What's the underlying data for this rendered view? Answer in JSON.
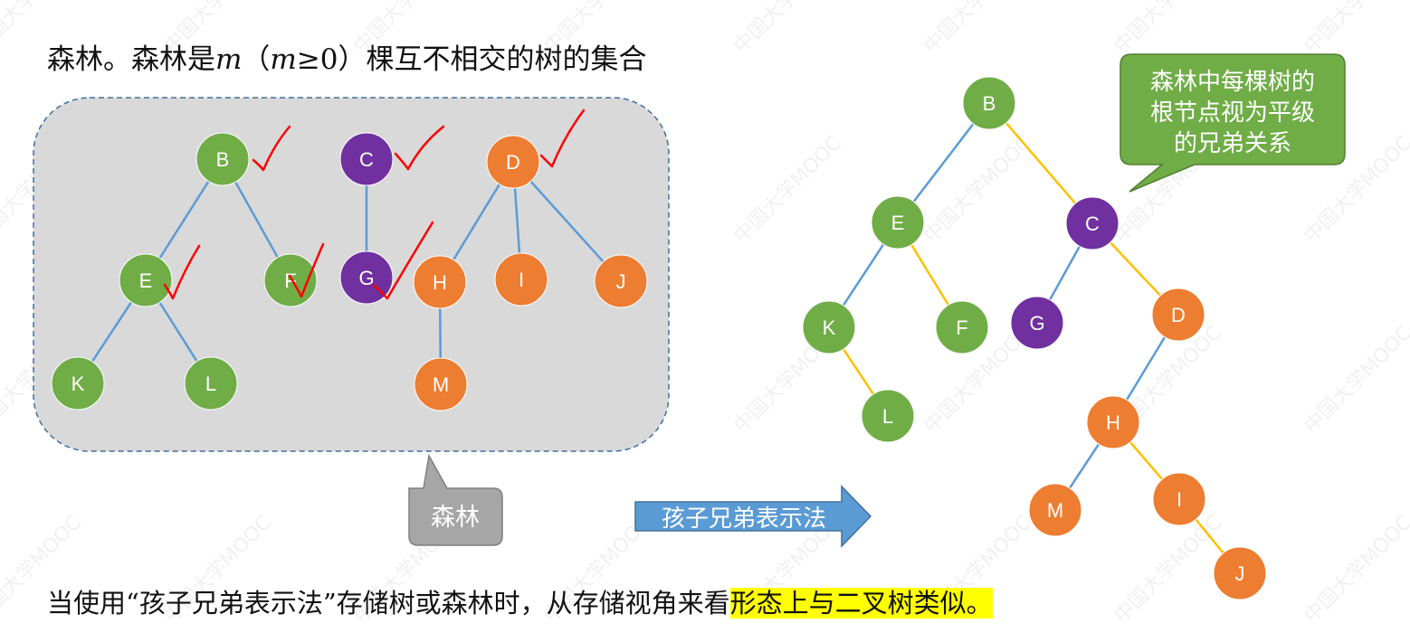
{
  "title": {
    "prefix": "森林。森林是",
    "m1": "m",
    "paren_open": "（",
    "m2": "m",
    "cond": "≥0",
    "paren_close": "）",
    "suffix": "棵互不相交的树的集合"
  },
  "bottom": {
    "normal": "当使用“孩子兄弟表示法”存储树或森林时，从存储视角来看",
    "highlight": "形态上与二叉树类似。"
  },
  "forest_callout": "森林",
  "arrow_label": "孩子兄弟表示法",
  "sibling_callout": [
    "森林中每棵树的",
    "根节点视为平级",
    "的兄弟关系"
  ],
  "watermark": "中国大学MOOC",
  "colors": {
    "green": "#70ad47",
    "purple": "#7030a0",
    "orange": "#ed7d31",
    "blue_edge": "#5b9bd5",
    "yellow_edge": "#ffc000",
    "check": "#ff0000",
    "panel": "#d9d9d9",
    "callout_gray": "#a6a6a6",
    "arrow_blue": "#5b9bd5",
    "highlight": "#ffff00"
  },
  "forest_nodes": [
    {
      "id": "B",
      "color": "green"
    },
    {
      "id": "E",
      "color": "green"
    },
    {
      "id": "F",
      "color": "green"
    },
    {
      "id": "K",
      "color": "green"
    },
    {
      "id": "L",
      "color": "green"
    },
    {
      "id": "C",
      "color": "purple"
    },
    {
      "id": "G",
      "color": "purple"
    },
    {
      "id": "D",
      "color": "orange"
    },
    {
      "id": "H",
      "color": "orange"
    },
    {
      "id": "I",
      "color": "orange"
    },
    {
      "id": "J",
      "color": "orange"
    },
    {
      "id": "M",
      "color": "orange"
    }
  ],
  "forest_edges": [
    [
      "B",
      "E"
    ],
    [
      "B",
      "F"
    ],
    [
      "E",
      "K"
    ],
    [
      "E",
      "L"
    ],
    [
      "C",
      "G"
    ],
    [
      "D",
      "H"
    ],
    [
      "D",
      "I"
    ],
    [
      "D",
      "J"
    ],
    [
      "H",
      "M"
    ]
  ],
  "binary_nodes": [
    {
      "id": "B",
      "color": "green"
    },
    {
      "id": "E",
      "color": "green"
    },
    {
      "id": "C",
      "color": "purple"
    },
    {
      "id": "K",
      "color": "green"
    },
    {
      "id": "F",
      "color": "green"
    },
    {
      "id": "G",
      "color": "purple"
    },
    {
      "id": "D",
      "color": "orange"
    },
    {
      "id": "L",
      "color": "green"
    },
    {
      "id": "H",
      "color": "orange"
    },
    {
      "id": "M",
      "color": "orange"
    },
    {
      "id": "I",
      "color": "orange"
    },
    {
      "id": "J",
      "color": "orange"
    }
  ],
  "binary_edges": [
    {
      "from": "B",
      "to": "E",
      "kind": "child"
    },
    {
      "from": "B",
      "to": "C",
      "kind": "sibling"
    },
    {
      "from": "E",
      "to": "K",
      "kind": "child"
    },
    {
      "from": "E",
      "to": "F",
      "kind": "sibling"
    },
    {
      "from": "K",
      "to": "L",
      "kind": "sibling"
    },
    {
      "from": "C",
      "to": "G",
      "kind": "child"
    },
    {
      "from": "C",
      "to": "D",
      "kind": "sibling"
    },
    {
      "from": "D",
      "to": "H",
      "kind": "child"
    },
    {
      "from": "H",
      "to": "M",
      "kind": "child"
    },
    {
      "from": "H",
      "to": "I",
      "kind": "sibling"
    },
    {
      "from": "I",
      "to": "J",
      "kind": "sibling"
    }
  ]
}
